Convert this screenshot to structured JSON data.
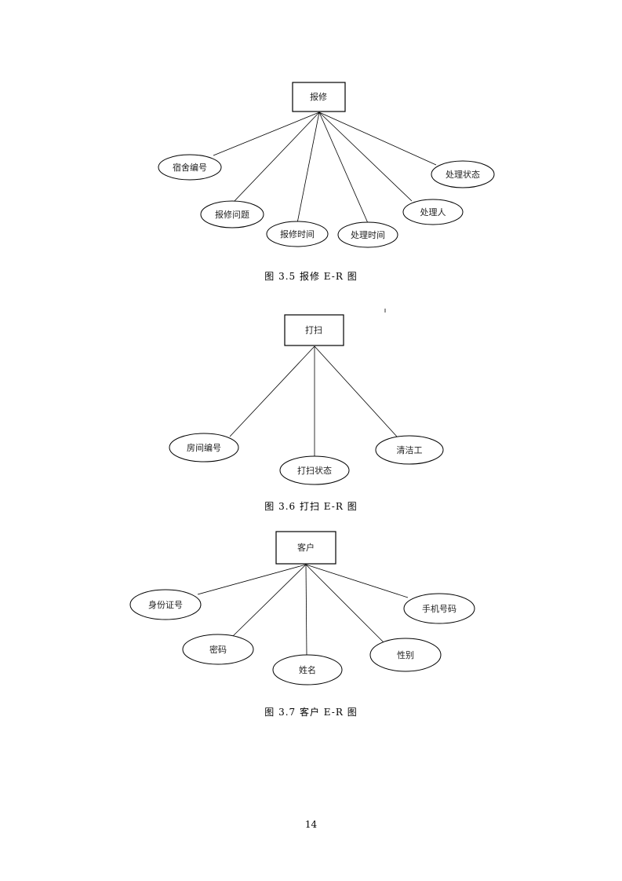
{
  "diagrams": [
    {
      "entity": "报修",
      "attributes": [
        "宿舍编号",
        "报修问题",
        "报修时间",
        "处理时间",
        "处理人",
        "处理状态"
      ],
      "caption": "图 3.5 报修 E-R 图"
    },
    {
      "entity": "打扫",
      "attributes": [
        "房间编号",
        "打扫状态",
        "清洁工"
      ],
      "caption": "图 3.6 打扫 E-R 图"
    },
    {
      "entity": "客户",
      "attributes": [
        "身份证号",
        "密码",
        "姓名",
        "性别",
        "手机号码"
      ],
      "caption": "图 3.7 客户 E-R 图"
    }
  ],
  "page_number": "14"
}
